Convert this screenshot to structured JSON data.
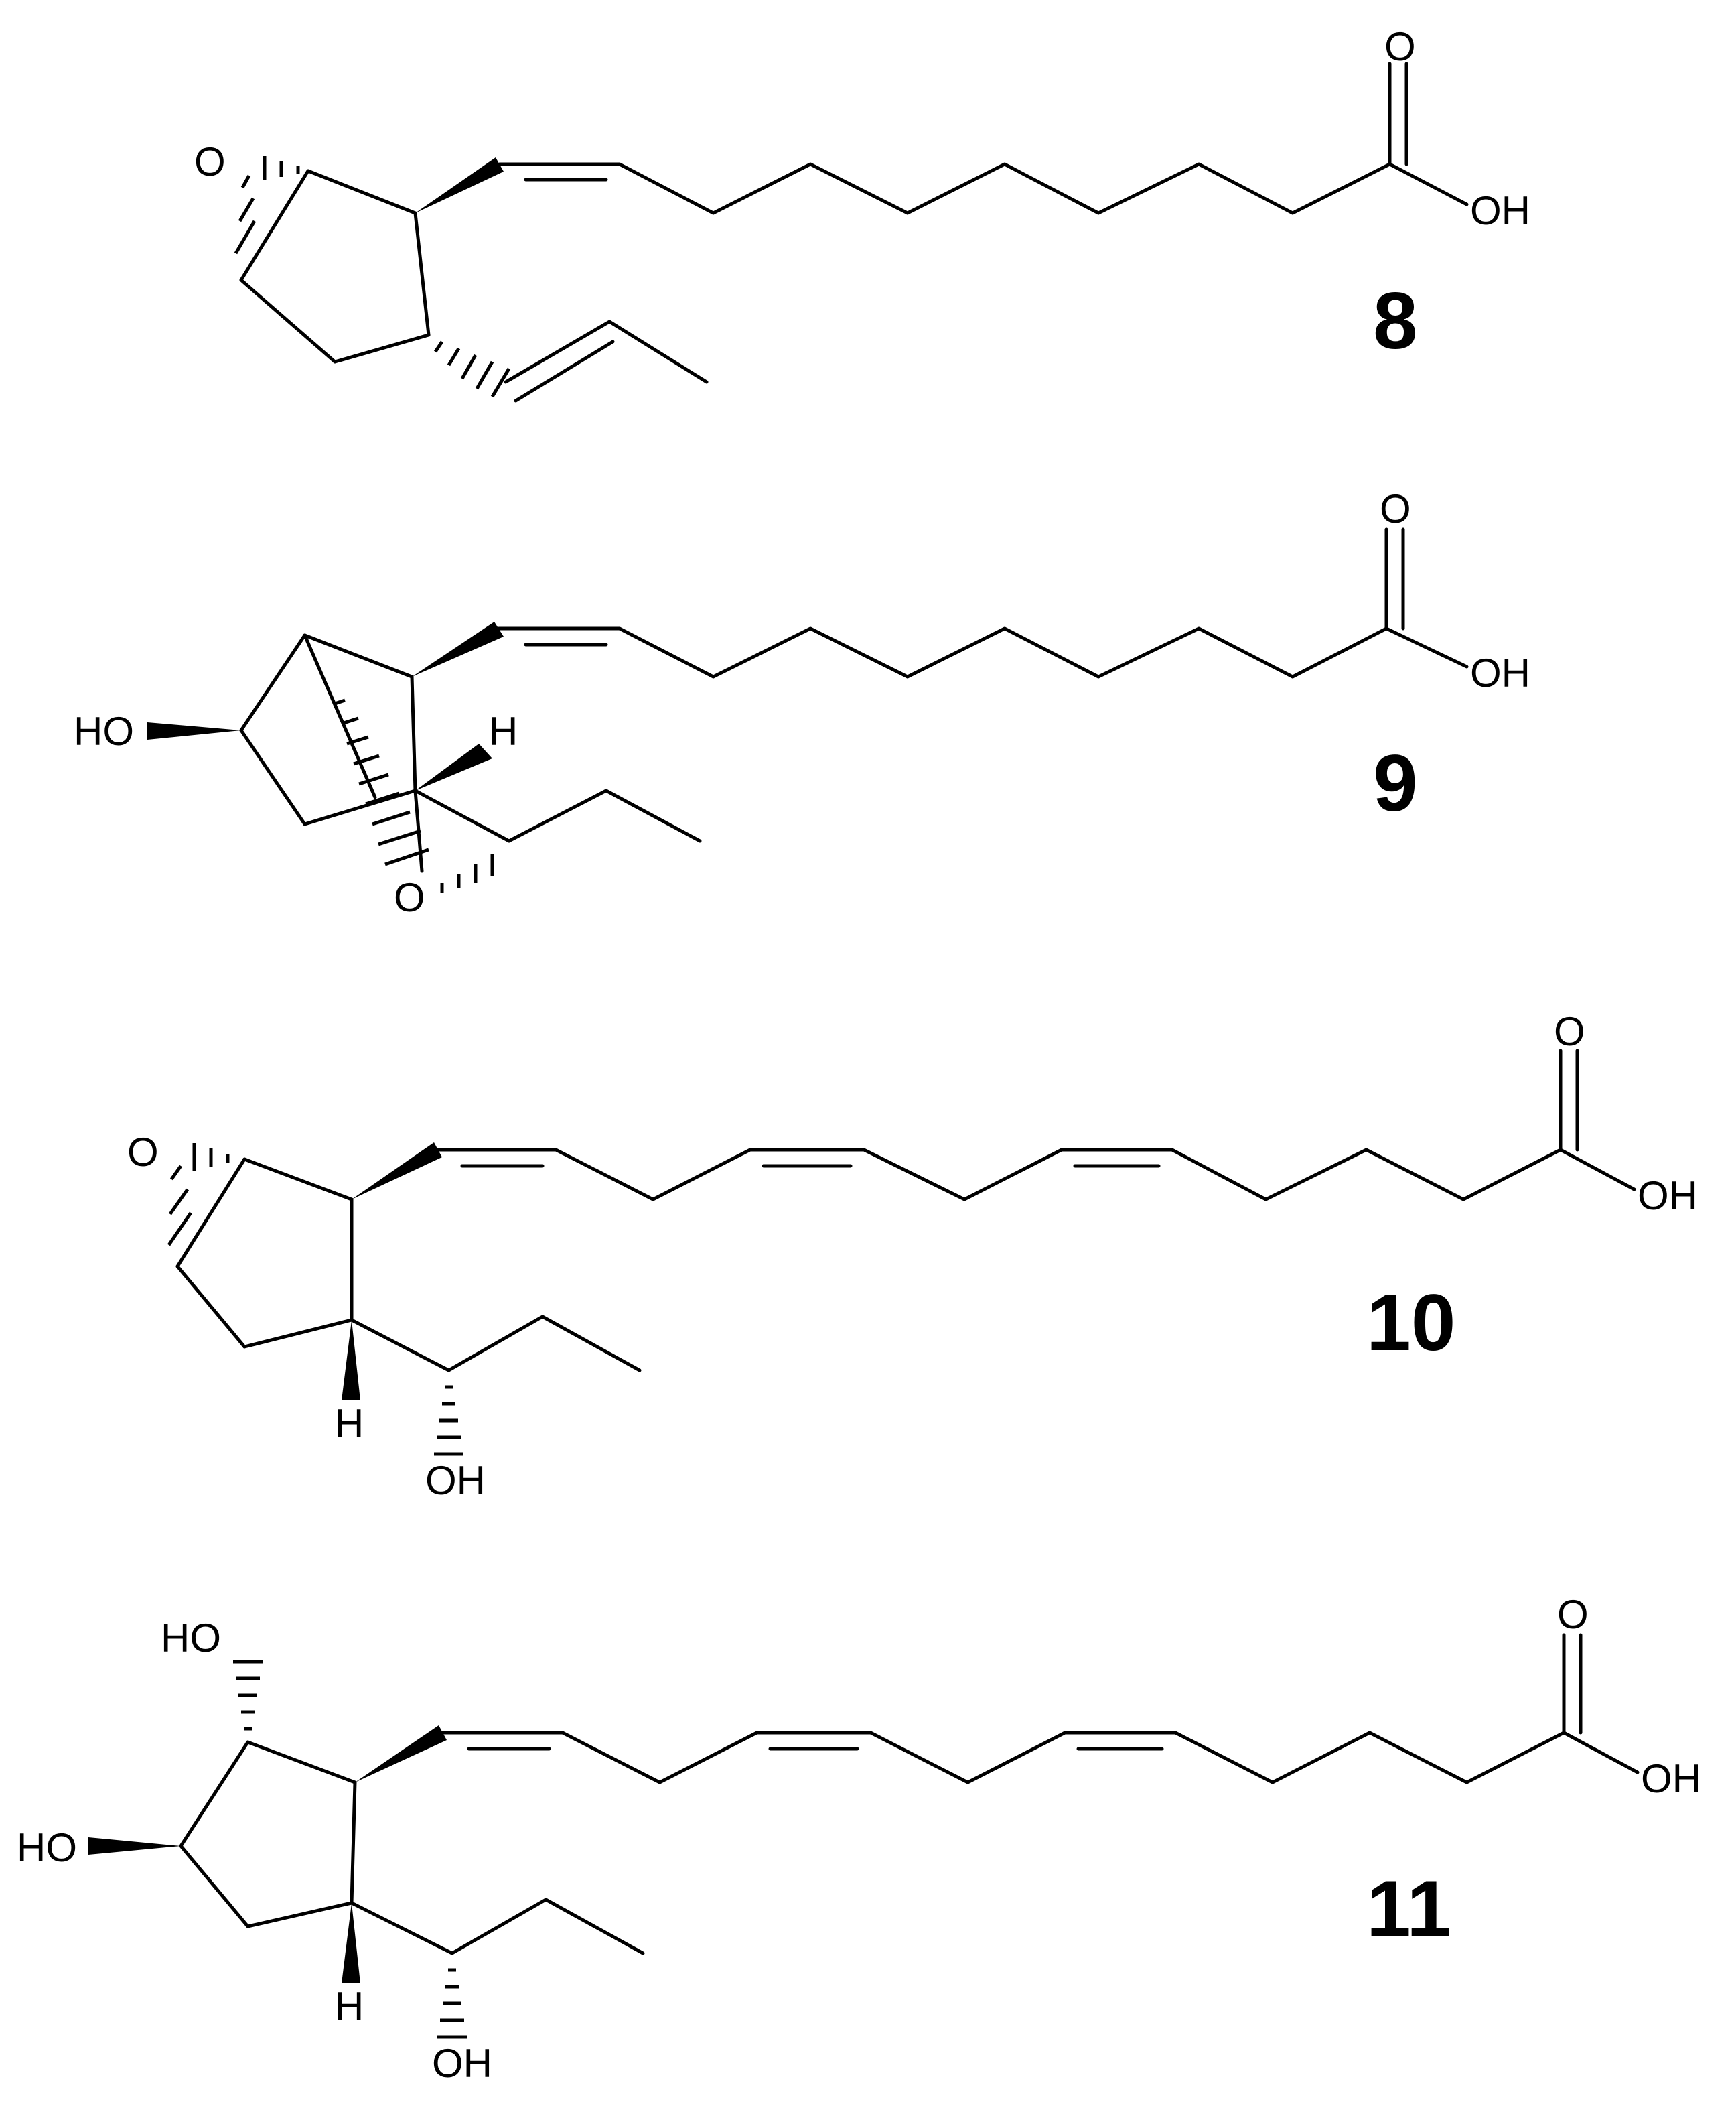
{
  "figure": {
    "compounds": [
      {
        "id": "8",
        "label": "8",
        "atoms": {
          "acid_o": "O",
          "acid_oh": "OH",
          "epoxide_o": "O"
        }
      },
      {
        "id": "9",
        "label": "9",
        "atoms": {
          "acid_o": "O",
          "acid_oh": "OH",
          "ring_oh": "HO",
          "h": "H",
          "bridge_o": "O"
        }
      },
      {
        "id": "10",
        "label": "10",
        "atoms": {
          "acid_o": "O",
          "acid_oh": "OH",
          "epoxide_o": "O",
          "h": "H",
          "side_oh": "OH"
        }
      },
      {
        "id": "11",
        "label": "11",
        "atoms": {
          "acid_o": "O",
          "acid_oh": "OH",
          "ring_oh_top": "HO",
          "ring_oh_left": "HO",
          "h": "H",
          "side_oh": "OH"
        }
      }
    ]
  }
}
